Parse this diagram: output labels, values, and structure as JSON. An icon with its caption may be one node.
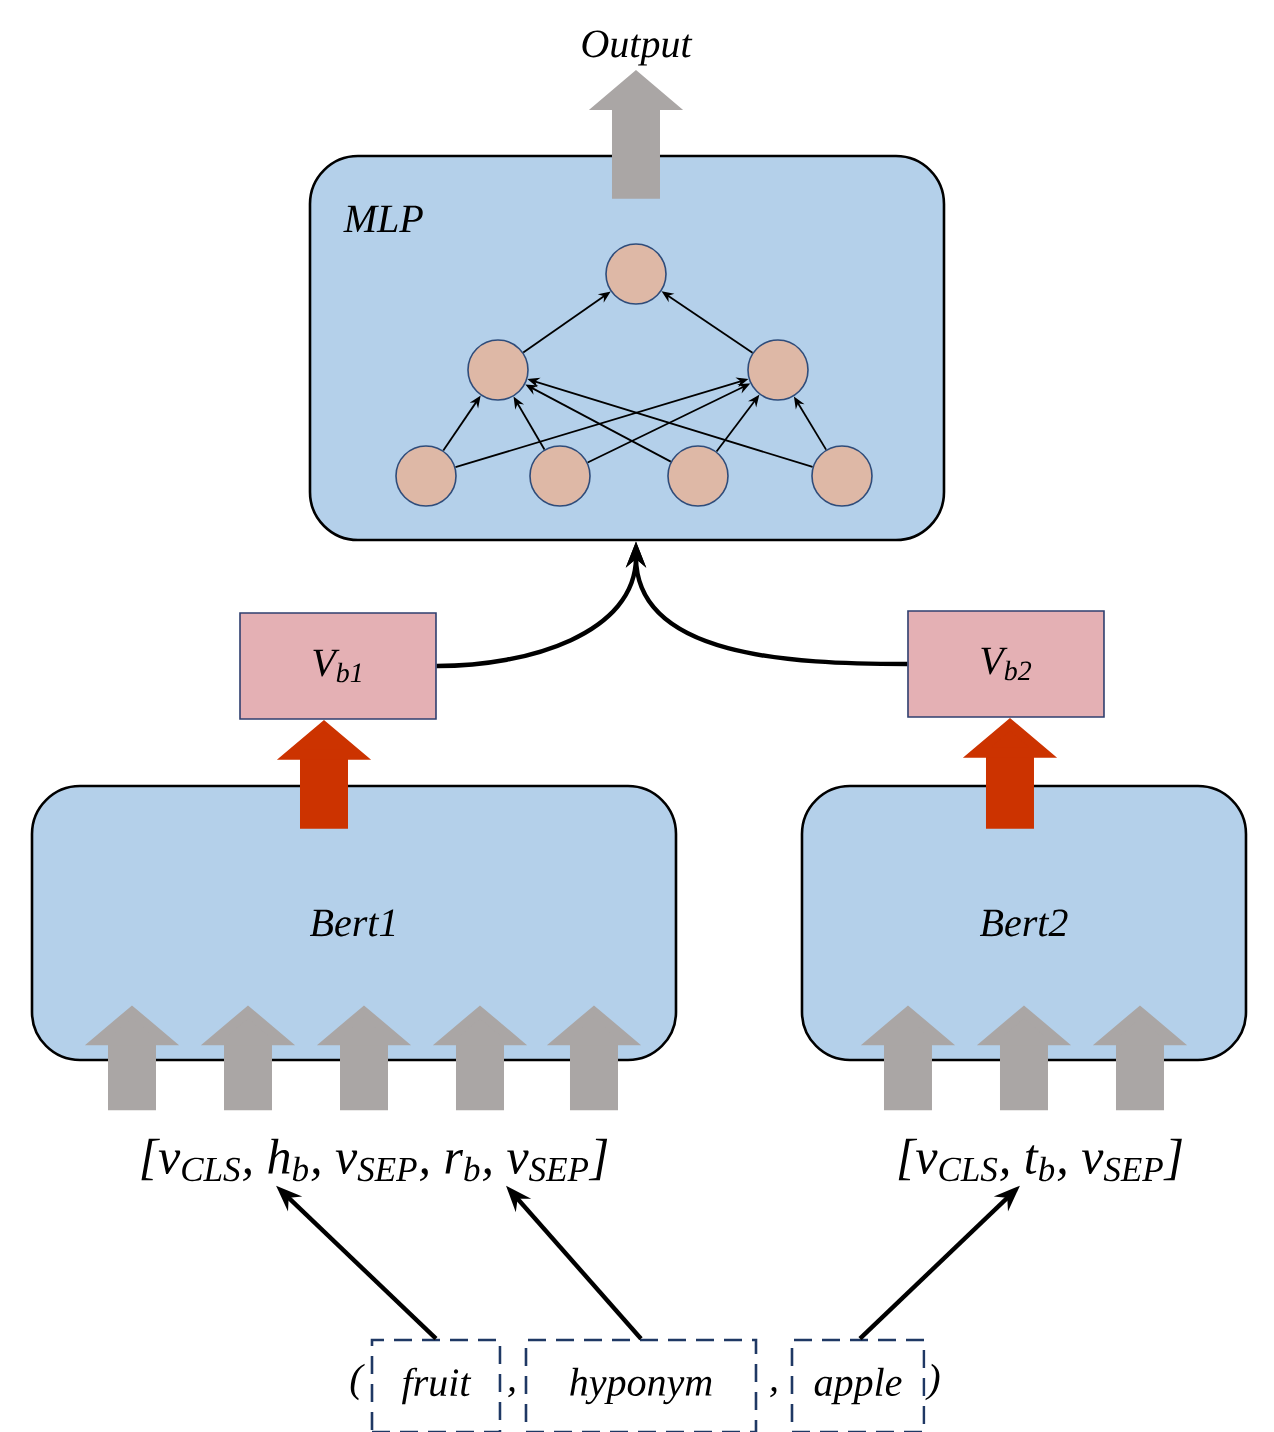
{
  "diagram": {
    "nodes": [
      {
        "text": [
          "Output"
        ]
      },
      {
        "text": [
          "MLP"
        ]
      },
      {
        "text": [],
        "shape": "circle",
        "in": 1
      },
      {
        "text": [],
        "shape": "circle",
        "in": 1
      },
      {
        "text": [],
        "shape": "circle",
        "in": 1
      },
      {
        "text": [],
        "shape": "circle",
        "in": 1
      },
      {
        "text": [],
        "shape": "circle",
        "in": 1
      },
      {
        "text": [],
        "shape": "circle",
        "in": 1
      },
      {
        "text": [],
        "shape": "circle",
        "in": 1
      },
      {
        "text": [
          "V$_{b1}$"
        ]
      },
      {
        "text": [
          "V$_{b2}$"
        ]
      },
      {
        "text": [
          "Bert1"
        ]
      },
      {
        "text": [
          "Bert2"
        ]
      },
      {
        "text": [
          "[v$_{CLS}$, h$_{b}$, v$_{SEP}$, r$_{b}$, v$_{SEP}$]"
        ]
      },
      {
        "text": [
          "[v$_{CLS}$, t$_{b}$, v$_{SEP}$]"
        ]
      },
      {
        "text": [
          "fruit"
        ]
      },
      {
        "text": [
          "hyponym"
        ]
      },
      {
        "text": [
          "apple"
        ]
      }
    ],
    "edges": [
      {
        "from": 1,
        "to": 0,
        "arrow": "to",
        "style": "thick",
        "color": "#aaa6a5"
      },
      {
        "from": 5,
        "to": 3,
        "arrow": "to"
      },
      {
        "from": 5,
        "to": 4,
        "arrow": "to"
      },
      {
        "from": 6,
        "to": 3,
        "arrow": "to"
      },
      {
        "from": 6,
        "to": 4,
        "arrow": "to"
      },
      {
        "from": 7,
        "to": 3,
        "arrow": "to"
      },
      {
        "from": 7,
        "to": 4,
        "arrow": "to"
      },
      {
        "from": 8,
        "to": 3,
        "arrow": "to"
      },
      {
        "from": 8,
        "to": 4,
        "arrow": "to"
      },
      {
        "from": 3,
        "to": 2,
        "arrow": "to"
      },
      {
        "from": 4,
        "to": 2,
        "arrow": "to"
      },
      {
        "from": 9,
        "to": 1,
        "arrow": "to"
      },
      {
        "from": 10,
        "to": 1,
        "arrow": "to"
      },
      {
        "from": 11,
        "to": 9,
        "arrow": "to",
        "style": "thick",
        "color": "#cc3300"
      },
      {
        "from": 12,
        "to": 10,
        "arrow": "to",
        "style": "thick",
        "color": "#cc3300"
      },
      {
        "from": 13,
        "to": 11,
        "arrow": "to",
        "style": "thick",
        "color": "#aaa6a5"
      },
      {
        "from": 13,
        "to": 11,
        "arrow": "to",
        "style": "thick",
        "color": "#aaa6a5"
      },
      {
        "from": 13,
        "to": 11,
        "arrow": "to",
        "style": "thick",
        "color": "#aaa6a5"
      },
      {
        "from": 13,
        "to": 11,
        "arrow": "to",
        "style": "thick",
        "color": "#aaa6a5"
      },
      {
        "from": 13,
        "to": 11,
        "arrow": "to",
        "style": "thick",
        "color": "#aaa6a5"
      },
      {
        "from": 14,
        "to": 12,
        "arrow": "to",
        "style": "thick",
        "color": "#aaa6a5"
      },
      {
        "from": 14,
        "to": 12,
        "arrow": "to",
        "style": "thick",
        "color": "#aaa6a5"
      },
      {
        "from": 14,
        "to": 12,
        "arrow": "to",
        "style": "thick",
        "color": "#aaa6a5"
      },
      {
        "from": 15,
        "to": 13,
        "arrow": "to"
      },
      {
        "from": 16,
        "to": 13,
        "arrow": "to"
      },
      {
        "from": 17,
        "to": 14,
        "arrow": "to"
      }
    ],
    "labels": [
      "(",
      ",",
      ",",
      ")"
    ]
  }
}
